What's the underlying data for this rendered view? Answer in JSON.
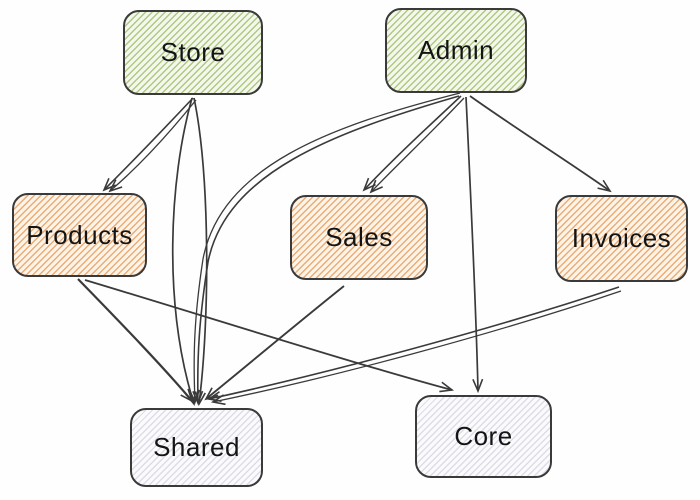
{
  "diagram": {
    "type": "dependency-graph",
    "nodes": [
      {
        "id": "store",
        "label": "Store",
        "color": "green"
      },
      {
        "id": "admin",
        "label": "Admin",
        "color": "green"
      },
      {
        "id": "products",
        "label": "Products",
        "color": "orange"
      },
      {
        "id": "sales",
        "label": "Sales",
        "color": "orange"
      },
      {
        "id": "invoices",
        "label": "Invoices",
        "color": "orange"
      },
      {
        "id": "shared",
        "label": "Shared",
        "color": "gray"
      },
      {
        "id": "core",
        "label": "Core",
        "color": "gray"
      }
    ],
    "edges": [
      {
        "from": "Store",
        "to": "Products"
      },
      {
        "from": "Store",
        "to": "Shared"
      },
      {
        "from": "Store",
        "to": "Shared"
      },
      {
        "from": "Admin",
        "to": "Sales"
      },
      {
        "from": "Admin",
        "to": "Invoices"
      },
      {
        "from": "Admin",
        "to": "Core"
      },
      {
        "from": "Admin",
        "to": "Shared"
      },
      {
        "from": "Products",
        "to": "Shared"
      },
      {
        "from": "Products",
        "to": "Core"
      },
      {
        "from": "Sales",
        "to": "Shared"
      },
      {
        "from": "Invoices",
        "to": "Shared"
      }
    ],
    "theme": {
      "background": "#fefefe",
      "node_border": "#3a3a3a",
      "edge_stroke": "#3a3a3a",
      "green_stripe": "#b0c883",
      "green_bg": "#f4f8ec",
      "orange_stripe": "#e9ad79",
      "orange_bg": "#fdf3e6",
      "gray_stripe": "#dcdde6",
      "gray_bg": "#fbfbfd",
      "text": "#141414"
    }
  }
}
